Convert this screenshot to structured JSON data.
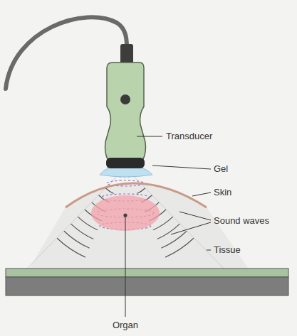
{
  "diagram": {
    "labels": [
      "Transducer",
      "Gel",
      "Skin",
      "Sound waves",
      "Tissue",
      "Organ"
    ]
  }
}
